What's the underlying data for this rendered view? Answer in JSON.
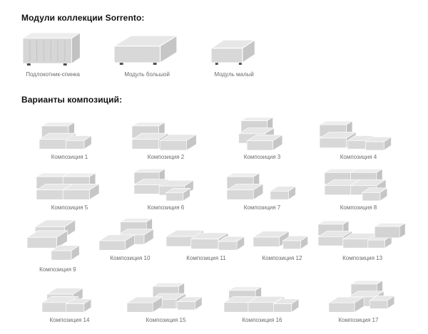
{
  "modules_section": {
    "title": "Модули коллекции Sorrento:",
    "items": [
      {
        "label": "Подлокотник-спинка",
        "shape": "armrest-back-panel"
      },
      {
        "label": "Модуль большой",
        "shape": "large-module"
      },
      {
        "label": "Модуль малый",
        "shape": "small-module"
      }
    ]
  },
  "compositions_section": {
    "title": "Варианты композиций:",
    "items": [
      {
        "label": "Композиция 1",
        "shape": "chaise-back-left"
      },
      {
        "label": "Композиция 2",
        "shape": "sofa-extended-right"
      },
      {
        "label": "Композиция 3",
        "shape": "deep-lounger"
      },
      {
        "label": "Композиция 4",
        "shape": "long-chaise-right"
      },
      {
        "label": "Композиция 5",
        "shape": "straight-sofa"
      },
      {
        "label": "Композиция 6",
        "shape": "corner-sofa"
      },
      {
        "label": "Композиция 7",
        "shape": "sofa-with-ottoman"
      },
      {
        "label": "Композиция 8",
        "shape": "large-corner-sofa"
      },
      {
        "label": "Композиция 9",
        "shape": "stacked-modules"
      },
      {
        "label": "Композиция 10",
        "shape": "corner-chaise-left"
      },
      {
        "label": "Композиция 11",
        "shape": "low-daybed"
      },
      {
        "label": "Композиция 12",
        "shape": "seat-with-ottoman"
      },
      {
        "label": "Композиция 13",
        "shape": "wide-corner-sofa"
      },
      {
        "label": "Композиция 14",
        "shape": "platform-daybed"
      },
      {
        "label": "Композиция 15",
        "shape": "corner-mid-back"
      },
      {
        "label": "Композиция 16",
        "shape": "wide-daybed-low-back"
      },
      {
        "label": "Композиция 17",
        "shape": "corner-ensemble"
      }
    ]
  },
  "colors": {
    "module_top": "#e7e7e7",
    "module_front": "#d8d8d8",
    "module_side": "#c6c6c6",
    "label_text": "#6b6b6b",
    "heading_text": "#111111",
    "background": "#ffffff"
  }
}
